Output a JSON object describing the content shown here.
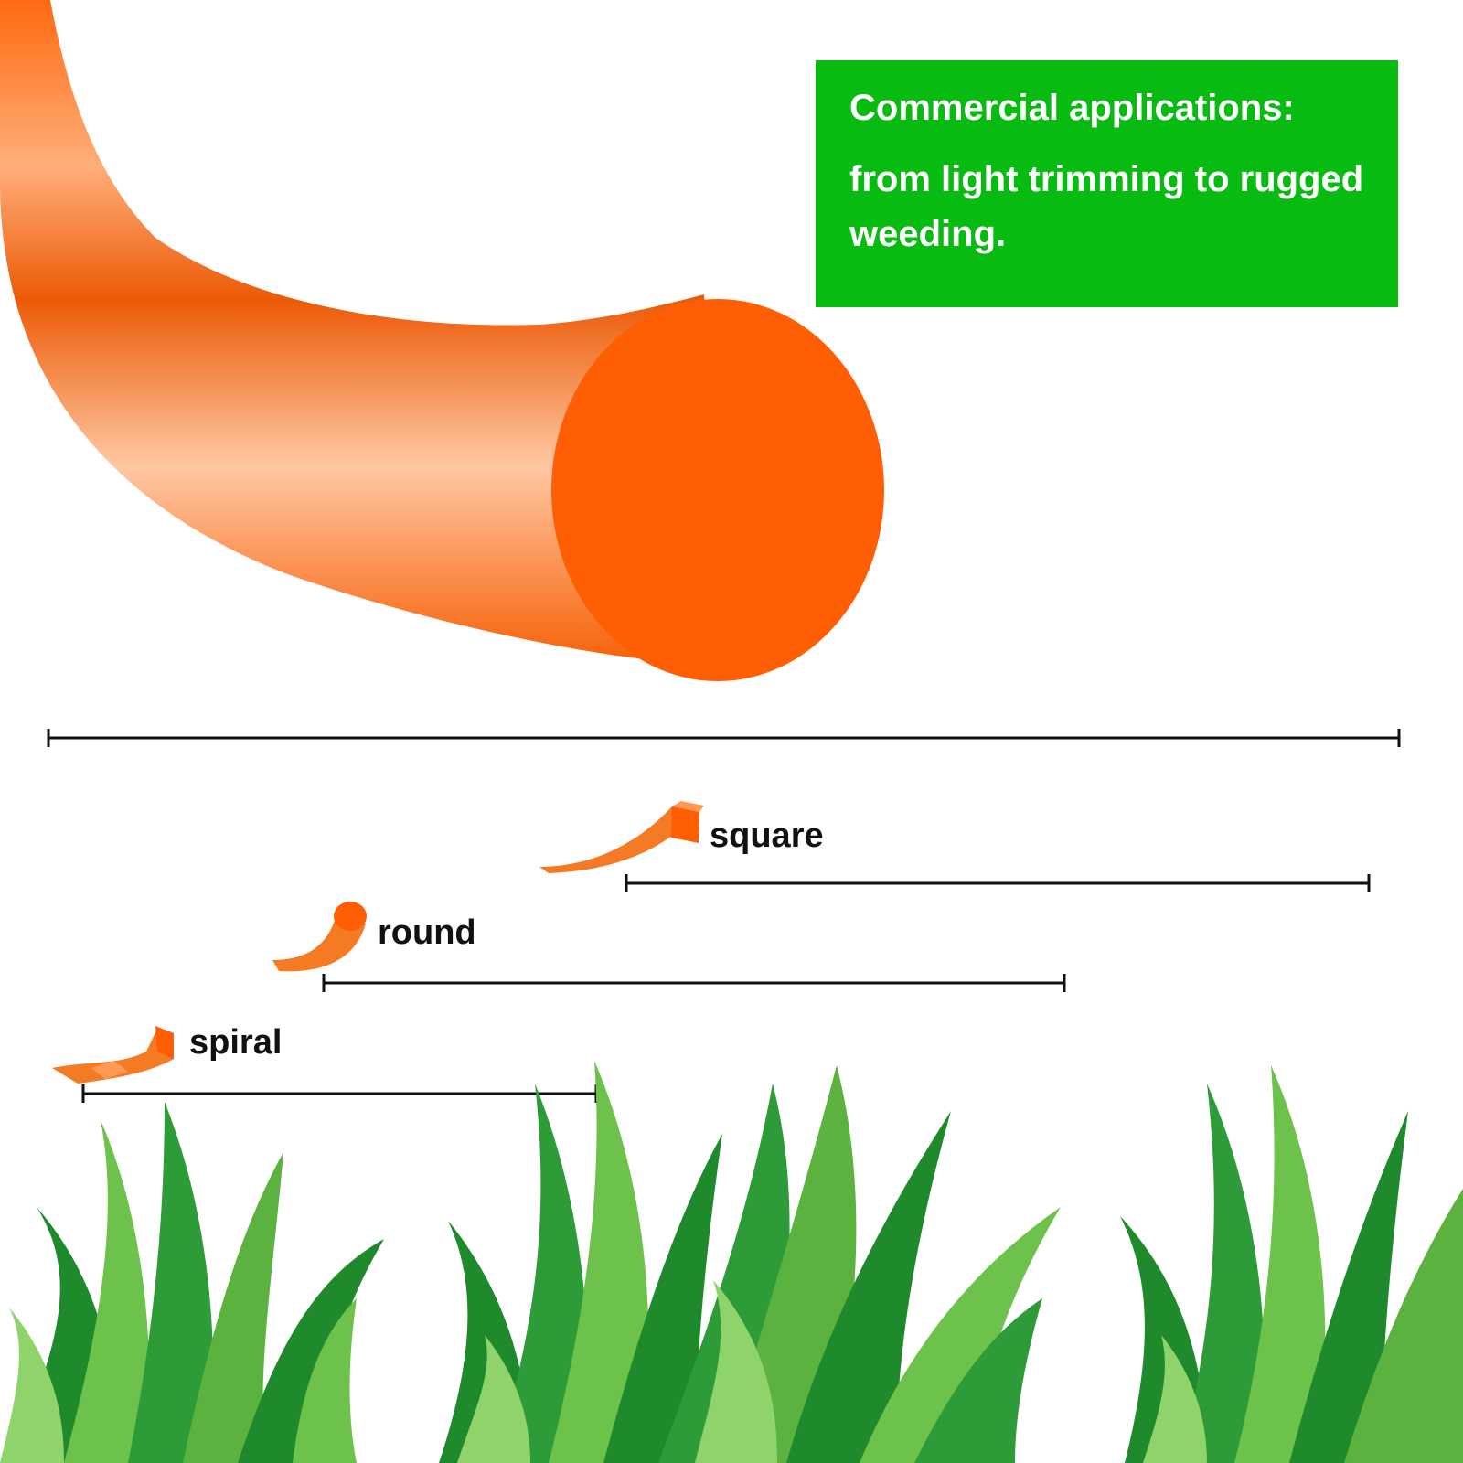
{
  "callout": {
    "title": "Commercial applications:",
    "body": "from light trimming to rugged weeding."
  },
  "lines": [
    {
      "label": "square",
      "icon": "square-line-icon"
    },
    {
      "label": "round",
      "icon": "round-line-icon"
    },
    {
      "label": "spiral",
      "icon": "spiral-line-icon"
    }
  ],
  "colors": {
    "line_orange": "#ff5e05",
    "callout_green": "#07bb10",
    "grass_dark": "#1e8a2c",
    "grass_light": "#6cc24a"
  }
}
